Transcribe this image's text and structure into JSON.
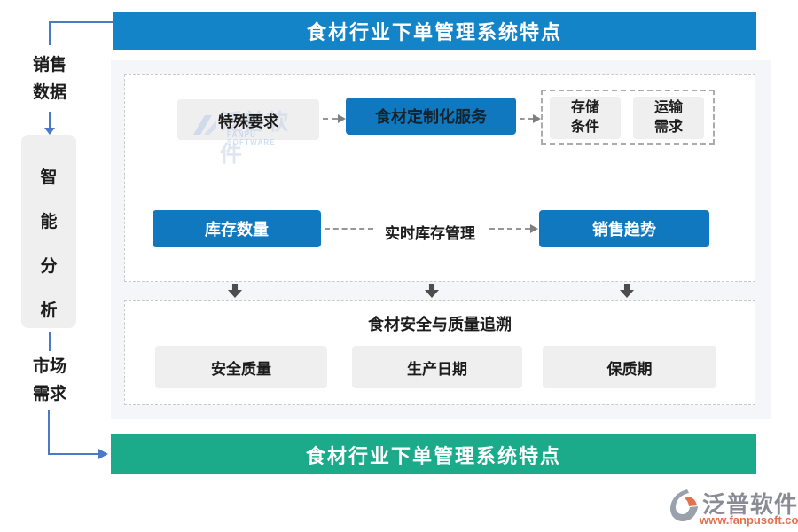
{
  "banners": {
    "top": "食材行业下单管理系统特点",
    "bottom": "食材行业下单管理系统特点"
  },
  "left_flow": {
    "sales_data": "销售数据",
    "smart_analysis": "智能分析",
    "market_demand": "市场需求"
  },
  "process": {
    "special_request": "特殊要求",
    "custom_service": "食材定制化服务",
    "storage_condition": "存储条件",
    "transport_demand": "运输需求",
    "inventory_qty": "库存数量",
    "realtime_inventory": "实时库存管理",
    "sales_trend": "销售趋势"
  },
  "trace": {
    "title": "食材安全与质量追溯",
    "items": [
      "安全质量",
      "生产日期",
      "保质期"
    ]
  },
  "watermark": {
    "cjk": "泛普软件",
    "latin": "FANPU SOFTWARE"
  },
  "logo": {
    "name": "泛普软件",
    "url": "www.fanpusoft.com"
  },
  "colors": {
    "banner_blue": "#1484C8",
    "node_blue": "#0F78BE",
    "banner_green": "#1BAB8B",
    "connector_blue": "#4B79C7",
    "arrow_dark": "#4D4D4D",
    "gray_box": "#EFEFEF",
    "logo_gray": "#8B8B96",
    "logo_orange": "#E2714E"
  }
}
